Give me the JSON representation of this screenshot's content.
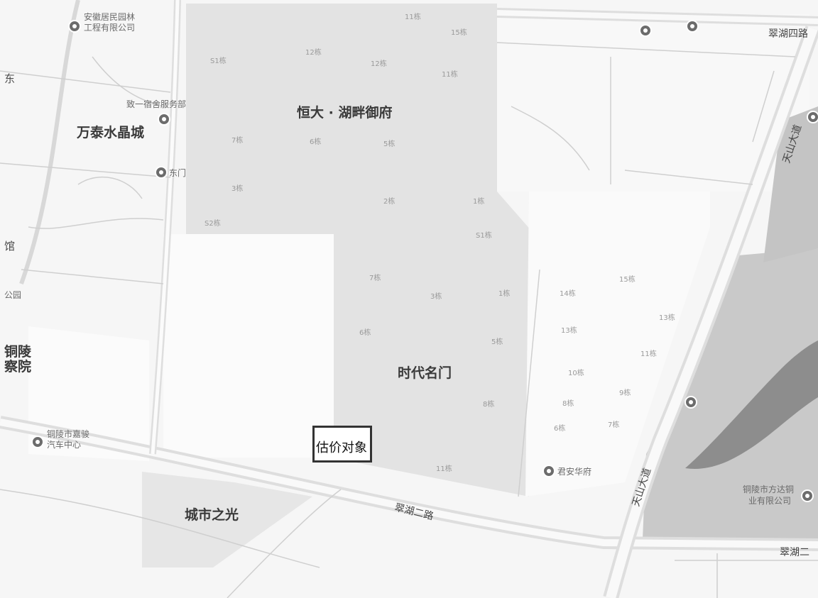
{
  "map": {
    "target_label": "估价对象",
    "area_labels": {
      "hengda": "恒大 · 湖畔御府",
      "wantai": "万泰水晶城",
      "shidai": "时代名门",
      "chengshi": "城市之光"
    },
    "road_labels": {
      "cuihu_er": "翠湖二路",
      "cuihu_si": "翠湖四路",
      "cuihu_right": "翠湖二",
      "tianshan_upper": "天山大道",
      "tianshan_lower": "天山大道"
    },
    "poi_labels": {
      "anhui_line1": "安徽居民园林",
      "anhui_line2": "工程有限公司",
      "service": "致一宿舍服务部",
      "east_gate": "东门",
      "car_line1": "铜陵市嘉骏",
      "car_line2": "汽车中心",
      "junan": "君安华府",
      "tongling_line1": "铜陵市方达铜",
      "tongling_line2": "业有限公司"
    },
    "edge_labels": {
      "left_top": "东",
      "left_mid": "馆",
      "left_park": "公园",
      "left_court1": "铜陵",
      "left_court2": "察院"
    },
    "building_labels": [
      "11栋",
      "15栋",
      "12栋",
      "12栋",
      "S1栋",
      "11栋",
      "7栋",
      "6栋",
      "5栋",
      "3栋",
      "2栋",
      "1栋",
      "S2栋",
      "S1栋",
      "7栋",
      "3栋",
      "1栋",
      "6栋",
      "5栋",
      "8栋",
      "11栋",
      "15栋",
      "14栋",
      "13栋",
      "13栋",
      "11栋",
      "10栋",
      "9栋",
      "8栋",
      "6栋",
      "7栋"
    ],
    "colors": {
      "background": "#f6f6f6",
      "residential": "#e3e3e3",
      "block": "#fbfbfb",
      "water": "#8d8d8d",
      "park": "#c9c9c9",
      "road": "#dedede"
    }
  }
}
